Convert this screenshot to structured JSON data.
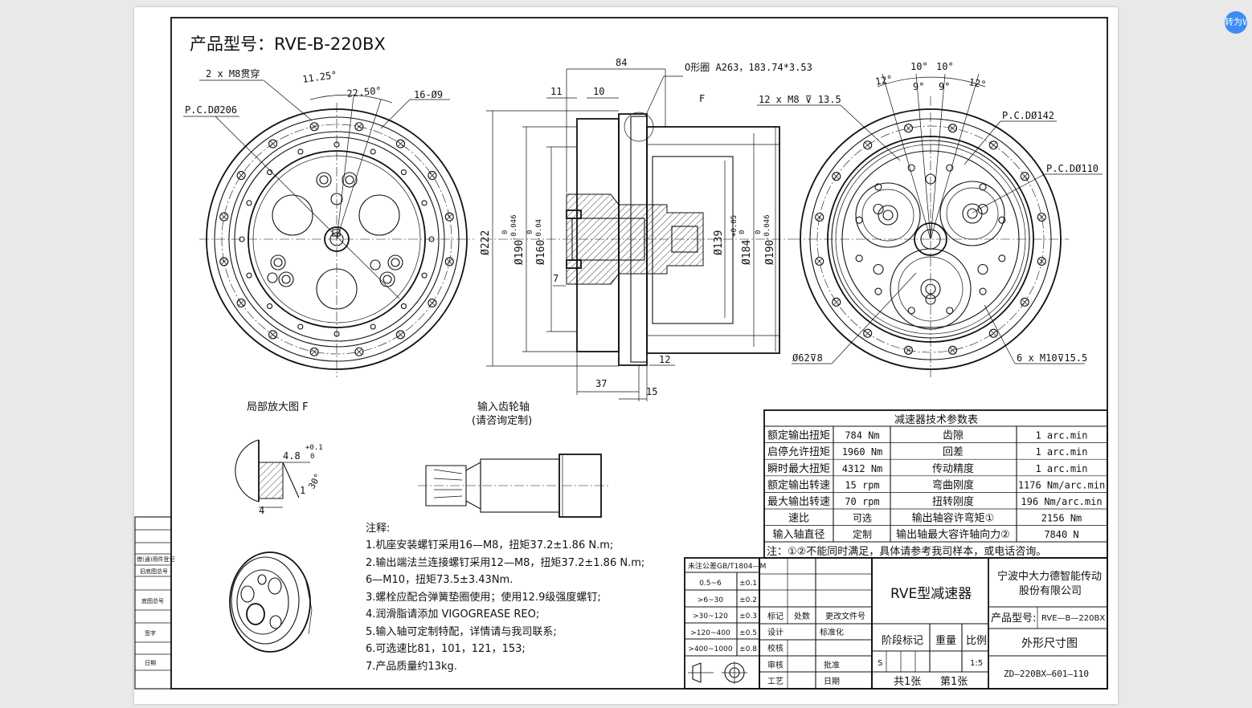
{
  "viewer": {
    "convert_button_label": "转为W"
  },
  "title": {
    "label": "产品型号：RVE-B-220BX"
  },
  "front_view": {
    "annotations": [
      "2 x  M8贯穿",
      "11.25°",
      "22.50°",
      "16-Ø9",
      "P.C.DØ206"
    ]
  },
  "side_view": {
    "annotations": [
      "84",
      "O形圈 A263，183.74*3.53",
      "11",
      "10",
      "F",
      "7",
      "37",
      "12",
      "15"
    ],
    "diameters": [
      "Ø222",
      "Ø190",
      "Ø160",
      "Ø139",
      "Ø184",
      "Ø190"
    ],
    "tolerances": [
      "0",
      "-0.046",
      "0",
      "-0.04",
      "+0.05",
      "0",
      "0",
      "-0.046"
    ]
  },
  "rear_view": {
    "annotations": [
      "10°",
      "10°",
      "12°",
      "9°",
      "9°",
      "12°",
      "12 x M8 ⊽ 13.5",
      "P.C.DØ142",
      "P.C.DØ110",
      "Ø62⊽8",
      "6 x M10⊽15.5"
    ]
  },
  "detail_f": {
    "title": "局部放大图 F",
    "annotations": [
      "4.8",
      "+0.1",
      "0",
      "30°",
      "1",
      "4"
    ]
  },
  "input_shaft": {
    "title_line1": "输入齿轮轴",
    "title_line2": "(请咨询定制)"
  },
  "notes": {
    "heading": "注释:",
    "items": [
      "1.机座安装螺钉采用16—M8，扭矩37.2±1.86 N.m;",
      "2.输出端法兰连接螺钉采用12—M8，扭矩37.2±1.86 N.m;",
      "   6—M10，扭矩73.5±3.43Nm.",
      "3.螺栓应配合弹簧垫圈使用；使用12.9级强度螺钉;",
      "4.润滑脂请添加 VIGOGREASE REO;",
      "5.输入轴可定制特配，详情请与我司联系;",
      "6.可选速比81，101，121，153;",
      "7.产品质量约13kg."
    ]
  },
  "spec_table": {
    "title": "减速器技术参数表",
    "rows": [
      [
        "额定输出扭矩",
        "784 Nm",
        "齿隙",
        "1 arc.min"
      ],
      [
        "启停允许扭矩",
        "1960 Nm",
        "回差",
        "1 arc.min"
      ],
      [
        "瞬时最大扭矩",
        "4312 Nm",
        "传动精度",
        "1 arc.min"
      ],
      [
        "额定输出转速",
        "15 rpm",
        "弯曲刚度",
        "1176 Nm/arc.min"
      ],
      [
        "最大输出转速",
        "70 rpm",
        "扭转刚度",
        "196 Nm/arc.min"
      ],
      [
        "速比",
        "可选",
        "输出轴容许弯矩①",
        "2156 Nm"
      ],
      [
        "输入轴直径",
        "定制",
        "输出轴最大容许轴向力②",
        "7840 N"
      ]
    ],
    "note": "注：①②不能同时满足，具体请参考我司样本，或电话咨询。"
  },
  "tolerance_table": {
    "header": "未注公差GB/T1804—M",
    "rows": [
      [
        "0.5~6",
        "±0.1"
      ],
      [
        ">6~30",
        "±0.2"
      ],
      [
        ">30~120",
        "±0.3"
      ],
      [
        ">120~400",
        "±0.5"
      ],
      [
        ">400~1000",
        "±0.8"
      ]
    ]
  },
  "revision_block": {
    "labels": [
      "标记",
      "处数",
      "更改文件号",
      "设计",
      "标准化",
      "校核",
      "审核",
      "批准",
      "工艺",
      "日期"
    ]
  },
  "title_block": {
    "part_name": "RVE型减速器",
    "company_line1": "宁波中大力德智能传动",
    "company_line2": "股份有限公司",
    "model_label": "产品型号:",
    "model_value": "RVE—B—220BX",
    "stage_label": "阶段标记",
    "weight_label": "重量",
    "scale_label": "比例",
    "stage_value": "S",
    "scale_value": "1:5",
    "sheet_total": "共1张",
    "sheet_no": "第1张",
    "drawing_name": "外形尺寸图",
    "drawing_number": "ZD—220BX—601—110"
  },
  "left_margin": {
    "labels": [
      "借(通)用件登记",
      "旧底图总号",
      "底图总号",
      "签字",
      "日期"
    ]
  }
}
